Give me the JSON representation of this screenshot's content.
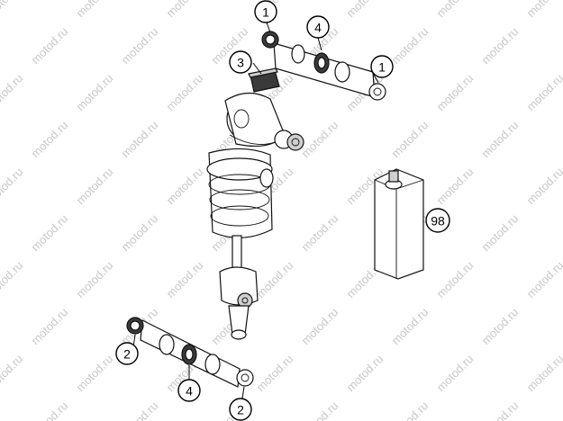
{
  "watermark": {
    "text": "motod.ru"
  },
  "callouts": [
    {
      "id": "c1a",
      "label": "1"
    },
    {
      "id": "c4a",
      "label": "4"
    },
    {
      "id": "c1b",
      "label": "1"
    },
    {
      "id": "c3",
      "label": "3"
    },
    {
      "id": "c98",
      "label": "98"
    },
    {
      "id": "c2a",
      "label": "2"
    },
    {
      "id": "c4b",
      "label": "4"
    },
    {
      "id": "c2b",
      "label": "2"
    }
  ]
}
